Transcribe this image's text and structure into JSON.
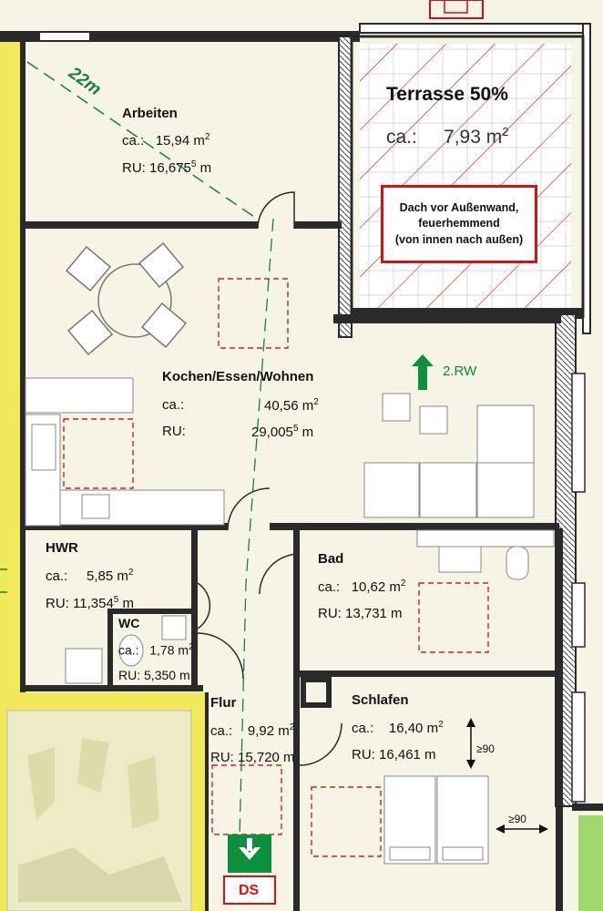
{
  "rooms": {
    "arbeiten": {
      "name": "Arbeiten",
      "area_label": "ca.:",
      "area": "15,94 m",
      "ru_label": "RU:",
      "ru": "16,675",
      "ru_sup": "5",
      "ru_unit": " m"
    },
    "terrasse": {
      "name": "Terrasse 50%",
      "area_label": "ca.:",
      "area": "7,93 m",
      "area_sup": "2"
    },
    "kochen": {
      "name": "Kochen/Essen/Wohnen",
      "area_label": "ca.:",
      "area": "40,56 m",
      "ru_label": "RU:",
      "ru": "29,005",
      "ru_sup": "5",
      "ru_unit": " m"
    },
    "hwr": {
      "name": "HWR",
      "area_label": "ca.:",
      "area": "5,85 m",
      "ru_label": "RU:",
      "ru": "11,354",
      "ru_sup": "5",
      "ru_unit": " m"
    },
    "wc": {
      "name": "WC",
      "area_label": "ca.:",
      "area": "1,78 m",
      "ru_label": "RU:",
      "ru": "5,350 m"
    },
    "bad": {
      "name": "Bad",
      "area_label": "ca.:",
      "area": "10,62 m",
      "ru_label": "RU:",
      "ru": "13,731 m"
    },
    "flur": {
      "name": "Flur",
      "area_label": "ca.:",
      "area": "9,92 m",
      "ru_label": "RU:",
      "ru": "15,720 m"
    },
    "schlafen": {
      "name": "Schlafen",
      "area_label": "ca.:",
      "area": "16,40 m",
      "ru_label": "RU:",
      "ru": "16,461 m"
    }
  },
  "sq": "2",
  "note": {
    "line1": "Dach vor Außenwand,",
    "line2": "feuerhemmend",
    "line3": "(von innen nach außen)"
  },
  "markers": {
    "rw": "2.RW",
    "ds": "DS",
    "dim_22m": "22m",
    "dim_90_a": "≥90",
    "dim_90_b": "≥90"
  },
  "colors": {
    "wall": "#2a2a2a",
    "insulation": "#f0ea5a",
    "terrace_hatch": "#c8262a",
    "green": "#0e8f3e",
    "ds": "#e01010",
    "floor": "#f6f4e4"
  }
}
